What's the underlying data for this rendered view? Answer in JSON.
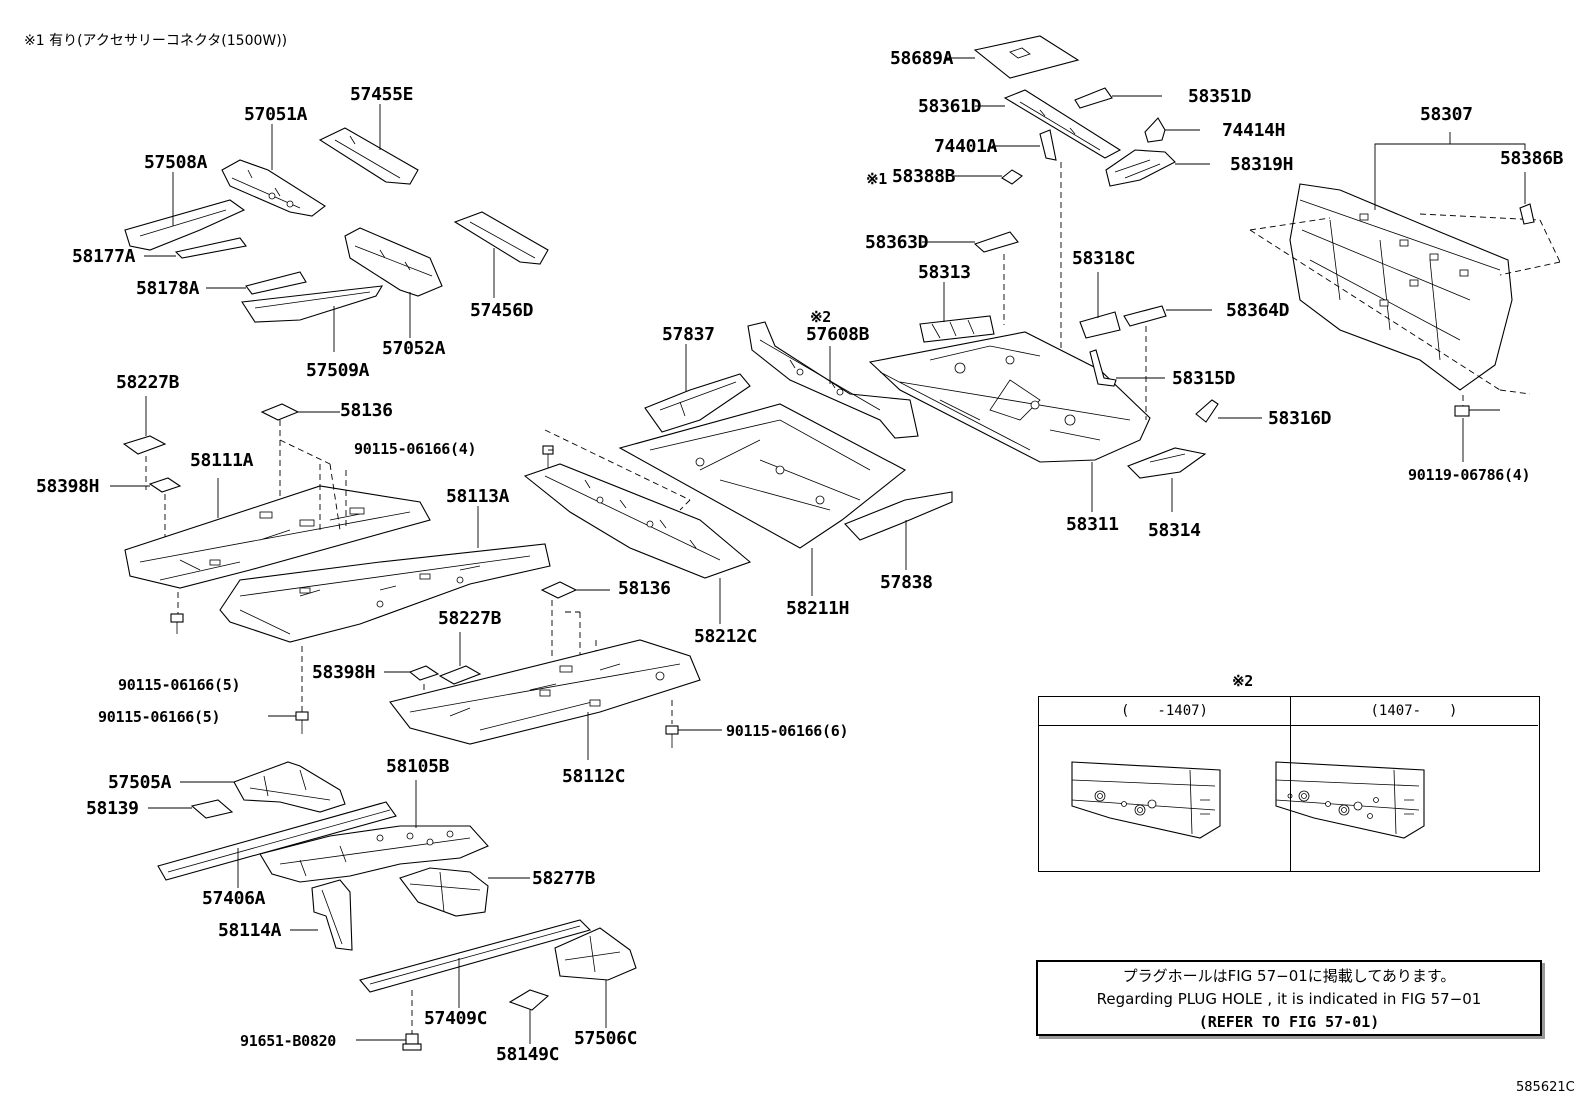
{
  "figure_code": "585621C",
  "top_note": "※1 有り(アクセサリーコネクタ(1500W))",
  "parts": {
    "p58689A": "58689A",
    "p58351D": "58351D",
    "p58361D": "58361D",
    "p74414H": "74414H",
    "p74401A": "74401A",
    "p58319H": "58319H",
    "mark1": "※1",
    "p58388B": "58388B",
    "p58307": "58307",
    "p58386B": "58386B",
    "p58363D": "58363D",
    "p58313": "58313",
    "p58318C": "58318C",
    "p58364D": "58364D",
    "p58315D": "58315D",
    "p58316D": "58316D",
    "p58311": "58311",
    "p58314": "58314",
    "p90119_06786": "90119-06786(4)",
    "p57455E": "57455E",
    "p57051A": "57051A",
    "p57508A": "57508A",
    "p58177A": "58177A",
    "p58178A": "58178A",
    "p57509A": "57509A",
    "p57052A": "57052A",
    "p57456D": "57456D",
    "mark2": "※2",
    "p57608B": "57608B",
    "p57837": "57837",
    "p58227B_a": "58227B",
    "p58136_a": "58136",
    "p90115_4": "90115-06166(4)",
    "p58111A": "58111A",
    "p58398H_a": "58398H",
    "p58113A": "58113A",
    "p58136_b": "58136",
    "p58212C": "58212C",
    "p58211H": "58211H",
    "p57838": "57838",
    "p58227B_b": "58227B",
    "p58398H_b": "58398H",
    "p90115_5a": "90115-06166(5)",
    "p90115_5b": "90115-06166(5)",
    "p90115_6": "90115-06166(6)",
    "p58112C": "58112C",
    "p57505A": "57505A",
    "p58105B": "58105B",
    "p58139": "58139",
    "p57406A": "57406A",
    "p58277B": "58277B",
    "p58114A": "58114A",
    "p57409C": "57409C",
    "p91651": "91651-B0820",
    "p57506C": "57506C",
    "p58149C": "58149C"
  },
  "inset": {
    "mark": "※2",
    "left_header": "(　　-1407)",
    "right_header": "(1407-　　)"
  },
  "reference_box": {
    "line1": "プラグホールはFIG 57−01に掲載してあります。",
    "line2": "Regarding  PLUG  HOLE , it is indicated in FIG  57−01",
    "line3": "(REFER  TO  FIG 57-01)"
  }
}
